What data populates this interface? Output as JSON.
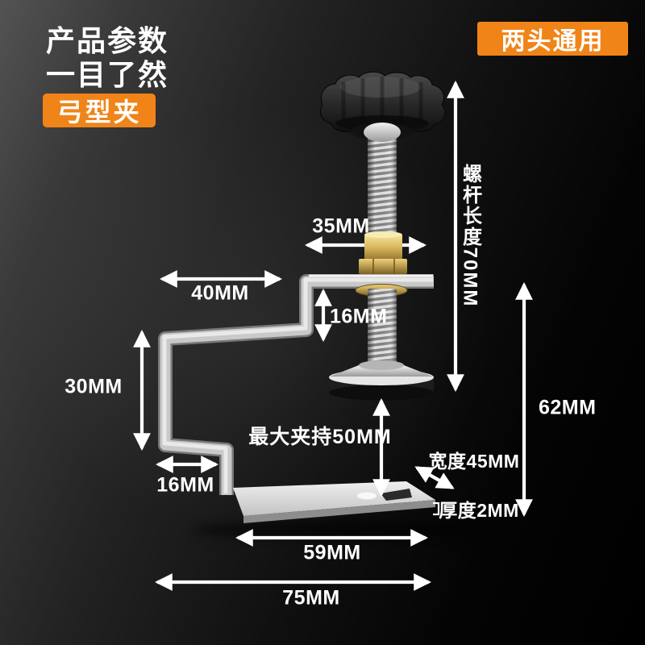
{
  "header": {
    "title_line1": "产品参数",
    "title_line2": "一目了然",
    "product_badge": "弓型夹",
    "feature_badge": "两头通用"
  },
  "dimensions": {
    "screw_top_width": "35MM",
    "top_arm_length": "40MM",
    "arm_gap": "16MM",
    "side_height": "30MM",
    "foot_inset": "16MM",
    "max_clamp": "最大夹持50MM",
    "base_width": "宽度45MM",
    "plate_thickness": "厚度2MM",
    "base_top_length": "59MM",
    "base_total_length": "75MM",
    "screw_length": "螺杆长度70MM",
    "total_height": "62MM"
  },
  "colors": {
    "accent_orange": "#F08418",
    "background_dark": "#0A0A0A",
    "arrow_white": "#FFFFFF",
    "metal_silver": "#CFCFCF",
    "brass_gold": "#D9B85F",
    "knob_black": "#1E1E1E"
  }
}
